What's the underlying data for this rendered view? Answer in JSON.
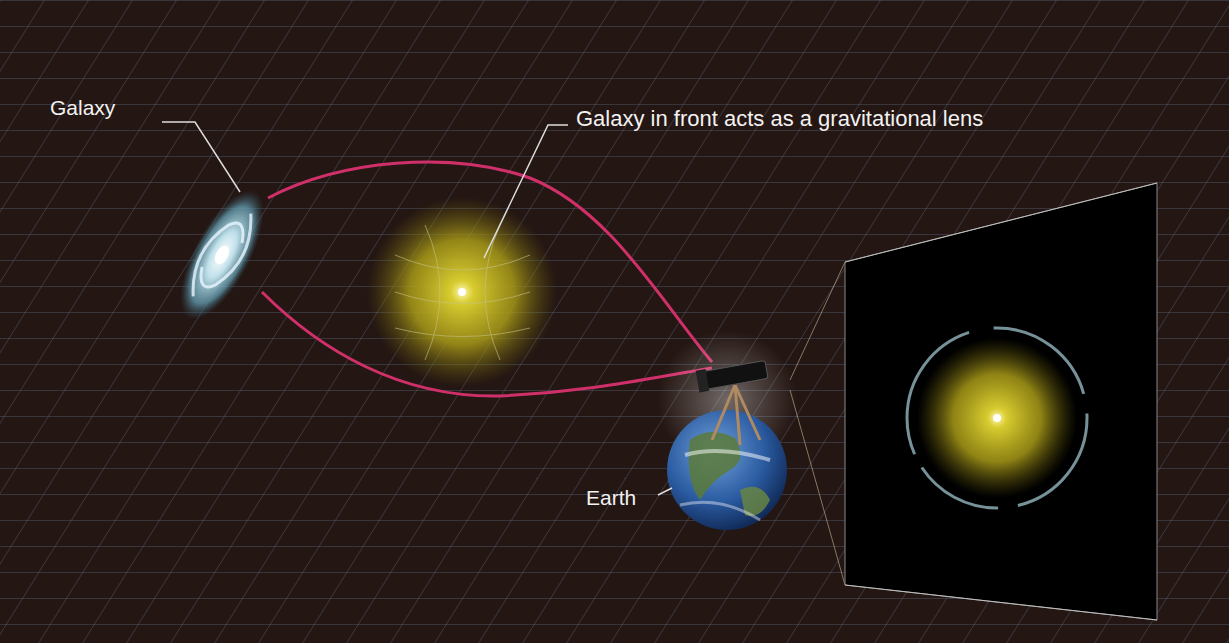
{
  "diagram": {
    "labels": [
      "Galaxy",
      "Galaxy in front acts as a gravitational lens",
      "Earth"
    ]
  }
}
